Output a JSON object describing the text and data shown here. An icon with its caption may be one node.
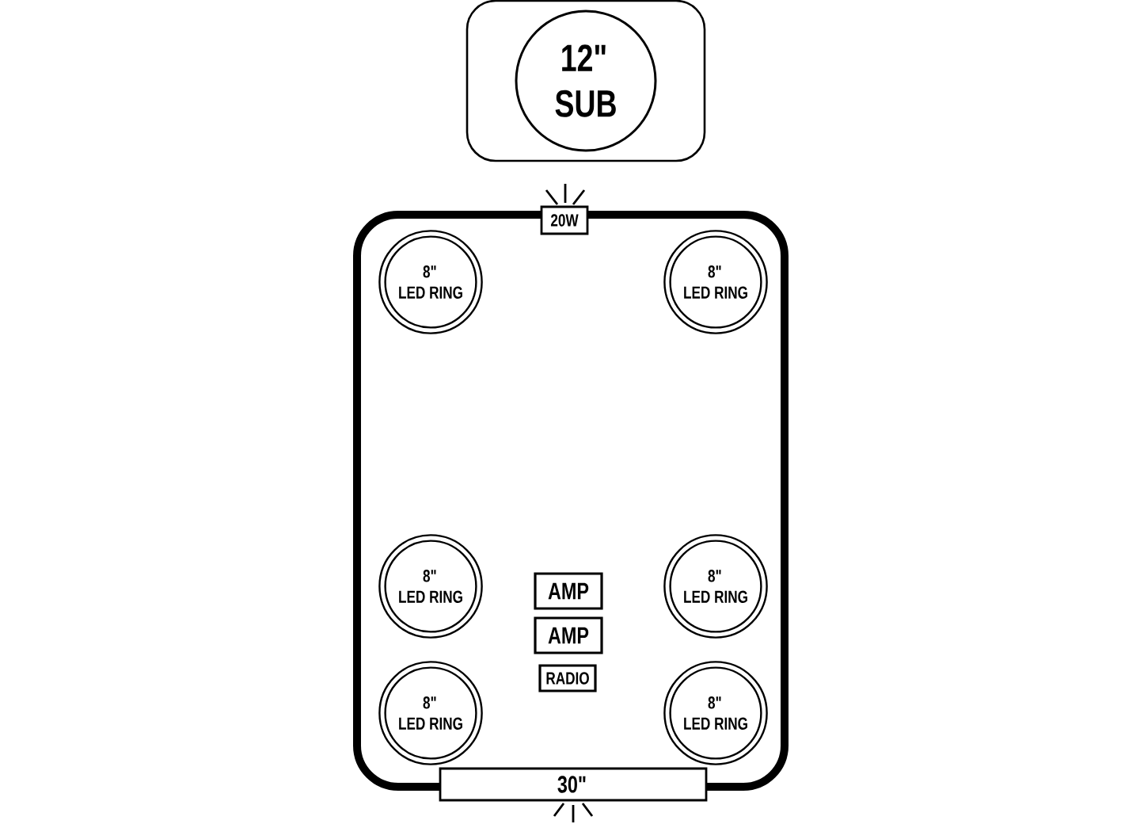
{
  "diagram": {
    "nodes": [
      {
        "text": [],
        "shape": "box"
      },
      {
        "text": [
          "12\" SUB"
        ],
        "in": 0
      },
      {
        "text": [],
        "shape": "box"
      },
      {
        "text": [
          "20W"
        ]
      },
      {
        "text": [
          "8\" LED RING"
        ],
        "in": 2
      },
      {
        "text": [
          "8\" LED RING"
        ],
        "in": 2
      },
      {
        "text": [
          "8\" LED RING"
        ],
        "in": 2
      },
      {
        "text": [
          "AMP"
        ],
        "in": 2
      },
      {
        "text": [
          "8\" LED RING"
        ],
        "in": 2
      },
      {
        "text": [
          "AMP"
        ],
        "in": 2
      },
      {
        "text": [
          "8\" LED RING"
        ],
        "in": 2
      },
      {
        "text": [
          "RADIO"
        ],
        "in": 2
      },
      {
        "text": [
          "8\" LED RING"
        ],
        "in": 2
      },
      {
        "text": [
          "30\""
        ]
      }
    ]
  }
}
